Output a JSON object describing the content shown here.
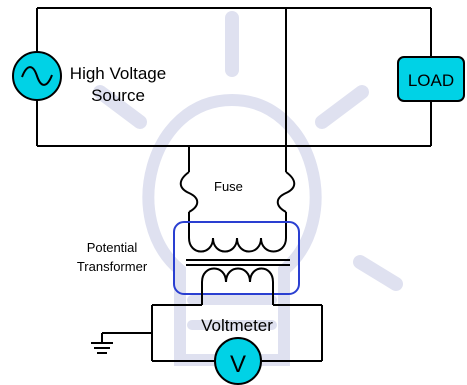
{
  "diagram": {
    "source_label_line1": "High Voltage",
    "source_label_line2": "Source",
    "load_label": "LOAD",
    "fuse_label": "Fuse",
    "pt_label_line1": "Potential",
    "pt_label_line2": "Transformer",
    "voltmeter_label": "Voltmeter",
    "meter_symbol": "V"
  },
  "colors": {
    "wire": "#000000",
    "accent_fill": "#00d2e6",
    "transformer_box": "#2a3fd1",
    "watermark": "#dfe1f0"
  },
  "icons": {
    "source_symbol": "ac-sine-wave-icon",
    "ground_symbol": "ground-icon",
    "watermark": "lightbulb-watermark"
  }
}
